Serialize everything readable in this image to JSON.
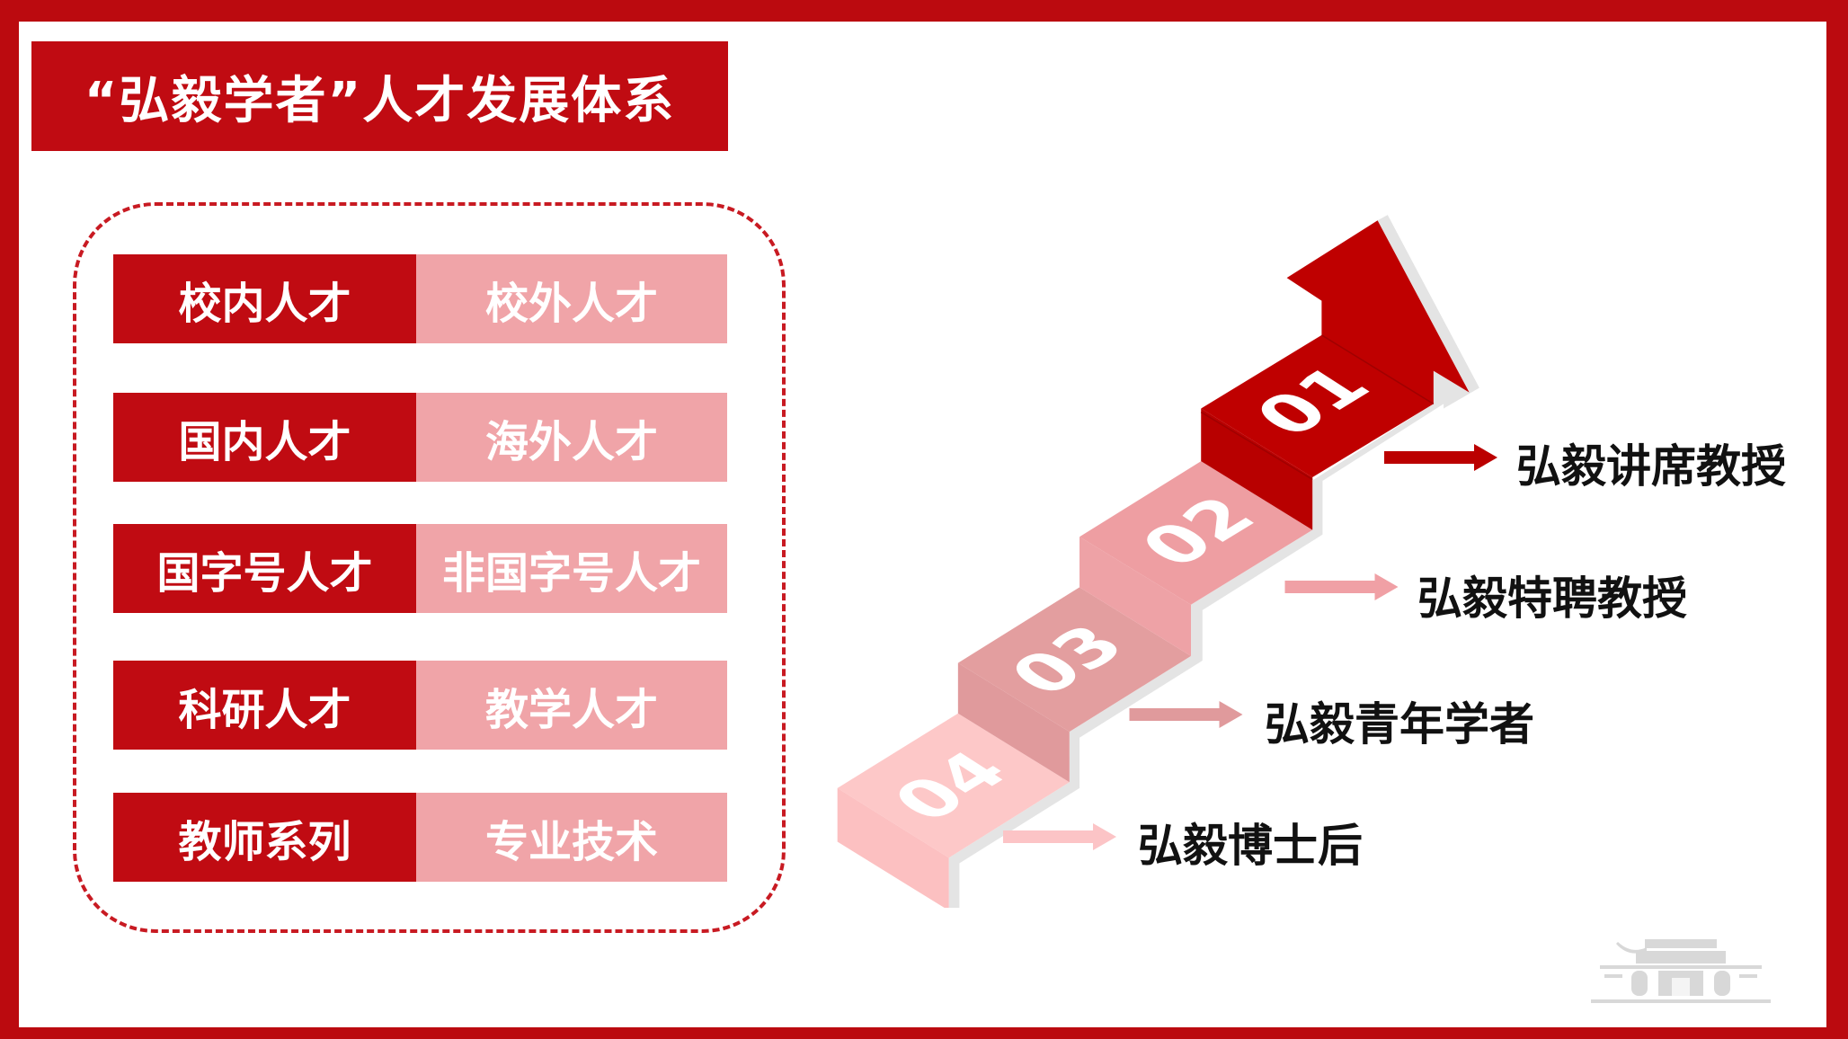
{
  "title": "“弘毅学者”人才发展体系",
  "categories": [
    {
      "left": "校内人才",
      "right": "校外人才"
    },
    {
      "left": "国内人才",
      "right": "海外人才"
    },
    {
      "left": "国字号人才",
      "right": "非国字号人才"
    },
    {
      "left": "科研人才",
      "right": "教学人才"
    },
    {
      "left": "教师系列",
      "right": "专业技术"
    }
  ],
  "levels": [
    {
      "number": "01",
      "label": "弘毅讲席教授",
      "color": "#bb0000"
    },
    {
      "number": "02",
      "label": "弘毅特聘教授",
      "color": "#ee9ea2"
    },
    {
      "number": "03",
      "label": "弘毅青年学者",
      "color": "#e09a9c"
    },
    {
      "number": "04",
      "label": "弘毅博士后",
      "color": "#fcc4c5"
    }
  ],
  "colors": {
    "primary": "#c00b12",
    "light": "#f0a4a8"
  }
}
